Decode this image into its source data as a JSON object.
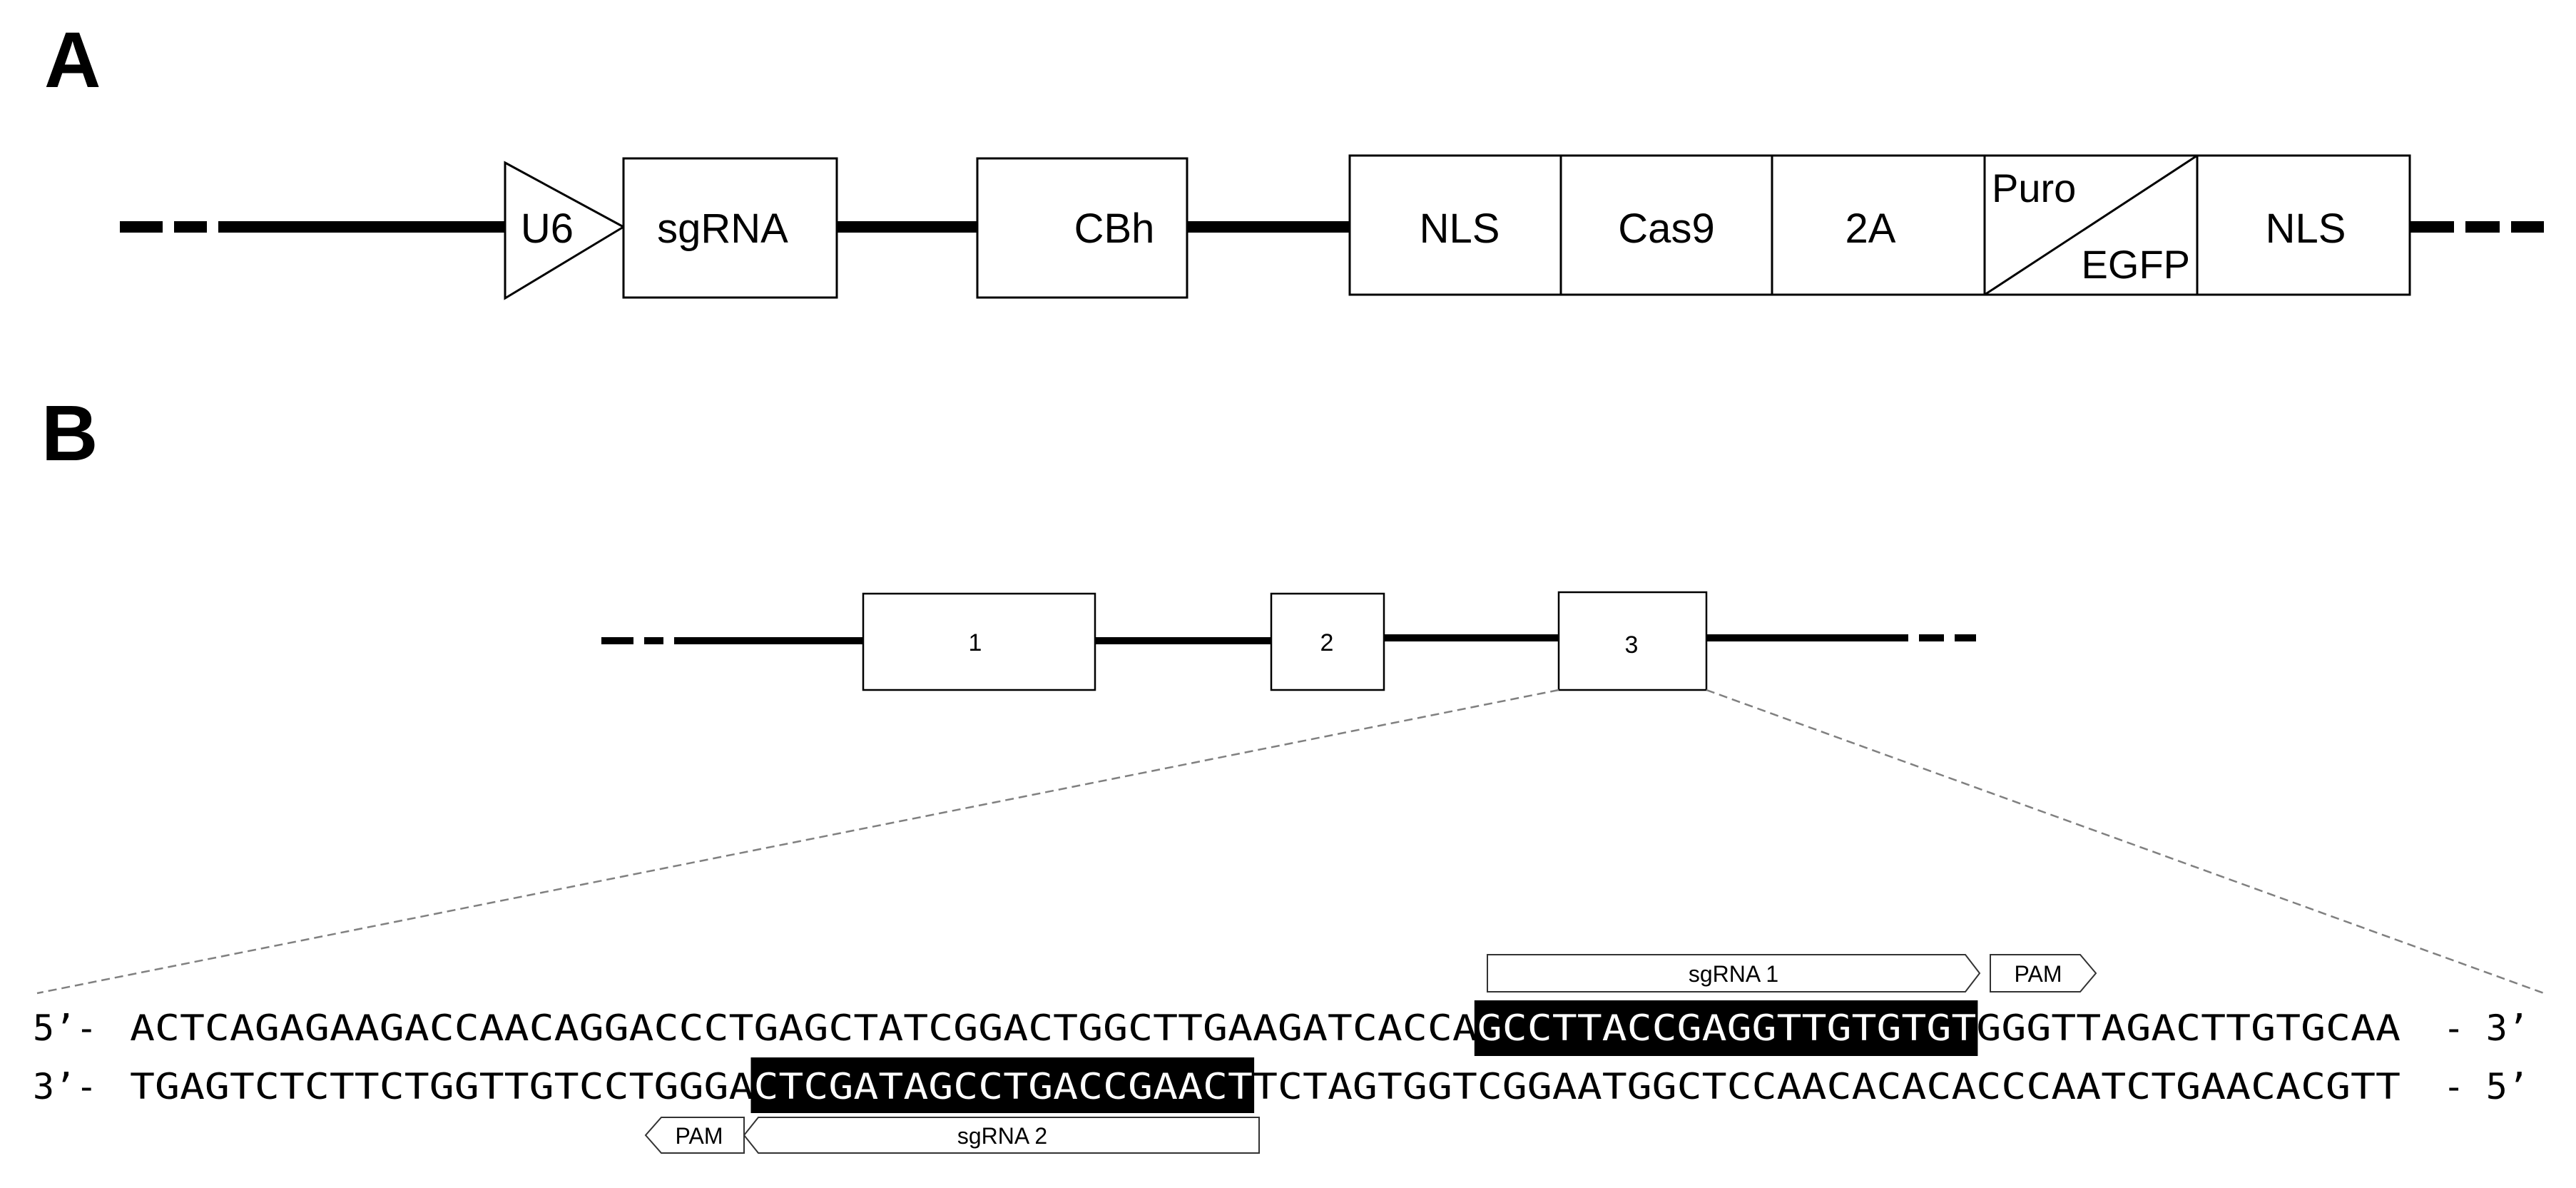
{
  "panel_a": {
    "label": "A",
    "elements": {
      "u6": "U6",
      "sgrna": "sgRNA",
      "cbh": "CBh",
      "nls_left": "NLS",
      "cas9": "Cas9",
      "two_a": "2A",
      "puro": "Puro",
      "egfp": "EGFP",
      "nls_right": "NLS"
    }
  },
  "panel_b": {
    "label": "B",
    "exons": [
      "1",
      "2",
      "3"
    ],
    "sequence": {
      "top": {
        "prefix": "5’-",
        "before": "ACTCAGAGAAGACCAACAGGACCCTGAGCTATCGGACTGGCTTGAAGATCACCA",
        "highlight": "GCCTTACCGAGGTTGTGTGT",
        "after": "GGGTTAGACTTGTGCAA",
        "suffix": "- 3’"
      },
      "bottom": {
        "prefix": "3’-",
        "before": "TGAGTCTCTTCTGGTTGTCCTGGGA",
        "highlight": "CTCGATAGCCTGACCGAACT",
        "after": "TCTAGTGGTCGGAATGGCTCCAACACACACCCAATCTGAACACGTT",
        "suffix": "- 5’"
      }
    },
    "annotations": {
      "sgrna1": "sgRNA 1",
      "pam_top": "PAM",
      "sgrna2": "sgRNA 2",
      "pam_bottom": "PAM"
    }
  },
  "colors": {
    "line": "#000000",
    "highlight_bg": "#000000",
    "highlight_text": "#ffffff",
    "zoom_dash": "#808080"
  }
}
